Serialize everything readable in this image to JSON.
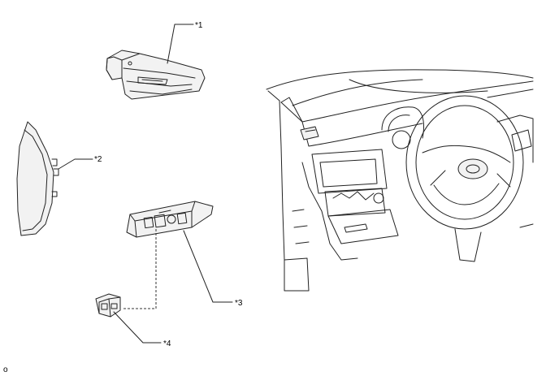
{
  "callouts": {
    "c1": "*1",
    "c2": "*2",
    "c3": "*3",
    "c4": "*4"
  },
  "corner_mark": "o",
  "icons": {
    "part1": "air-vent-icon",
    "part2": "instrument-cover-icon",
    "part3": "switch-panel-icon",
    "part4": "switch-icon",
    "vehicle": "dashboard-view-icon"
  }
}
